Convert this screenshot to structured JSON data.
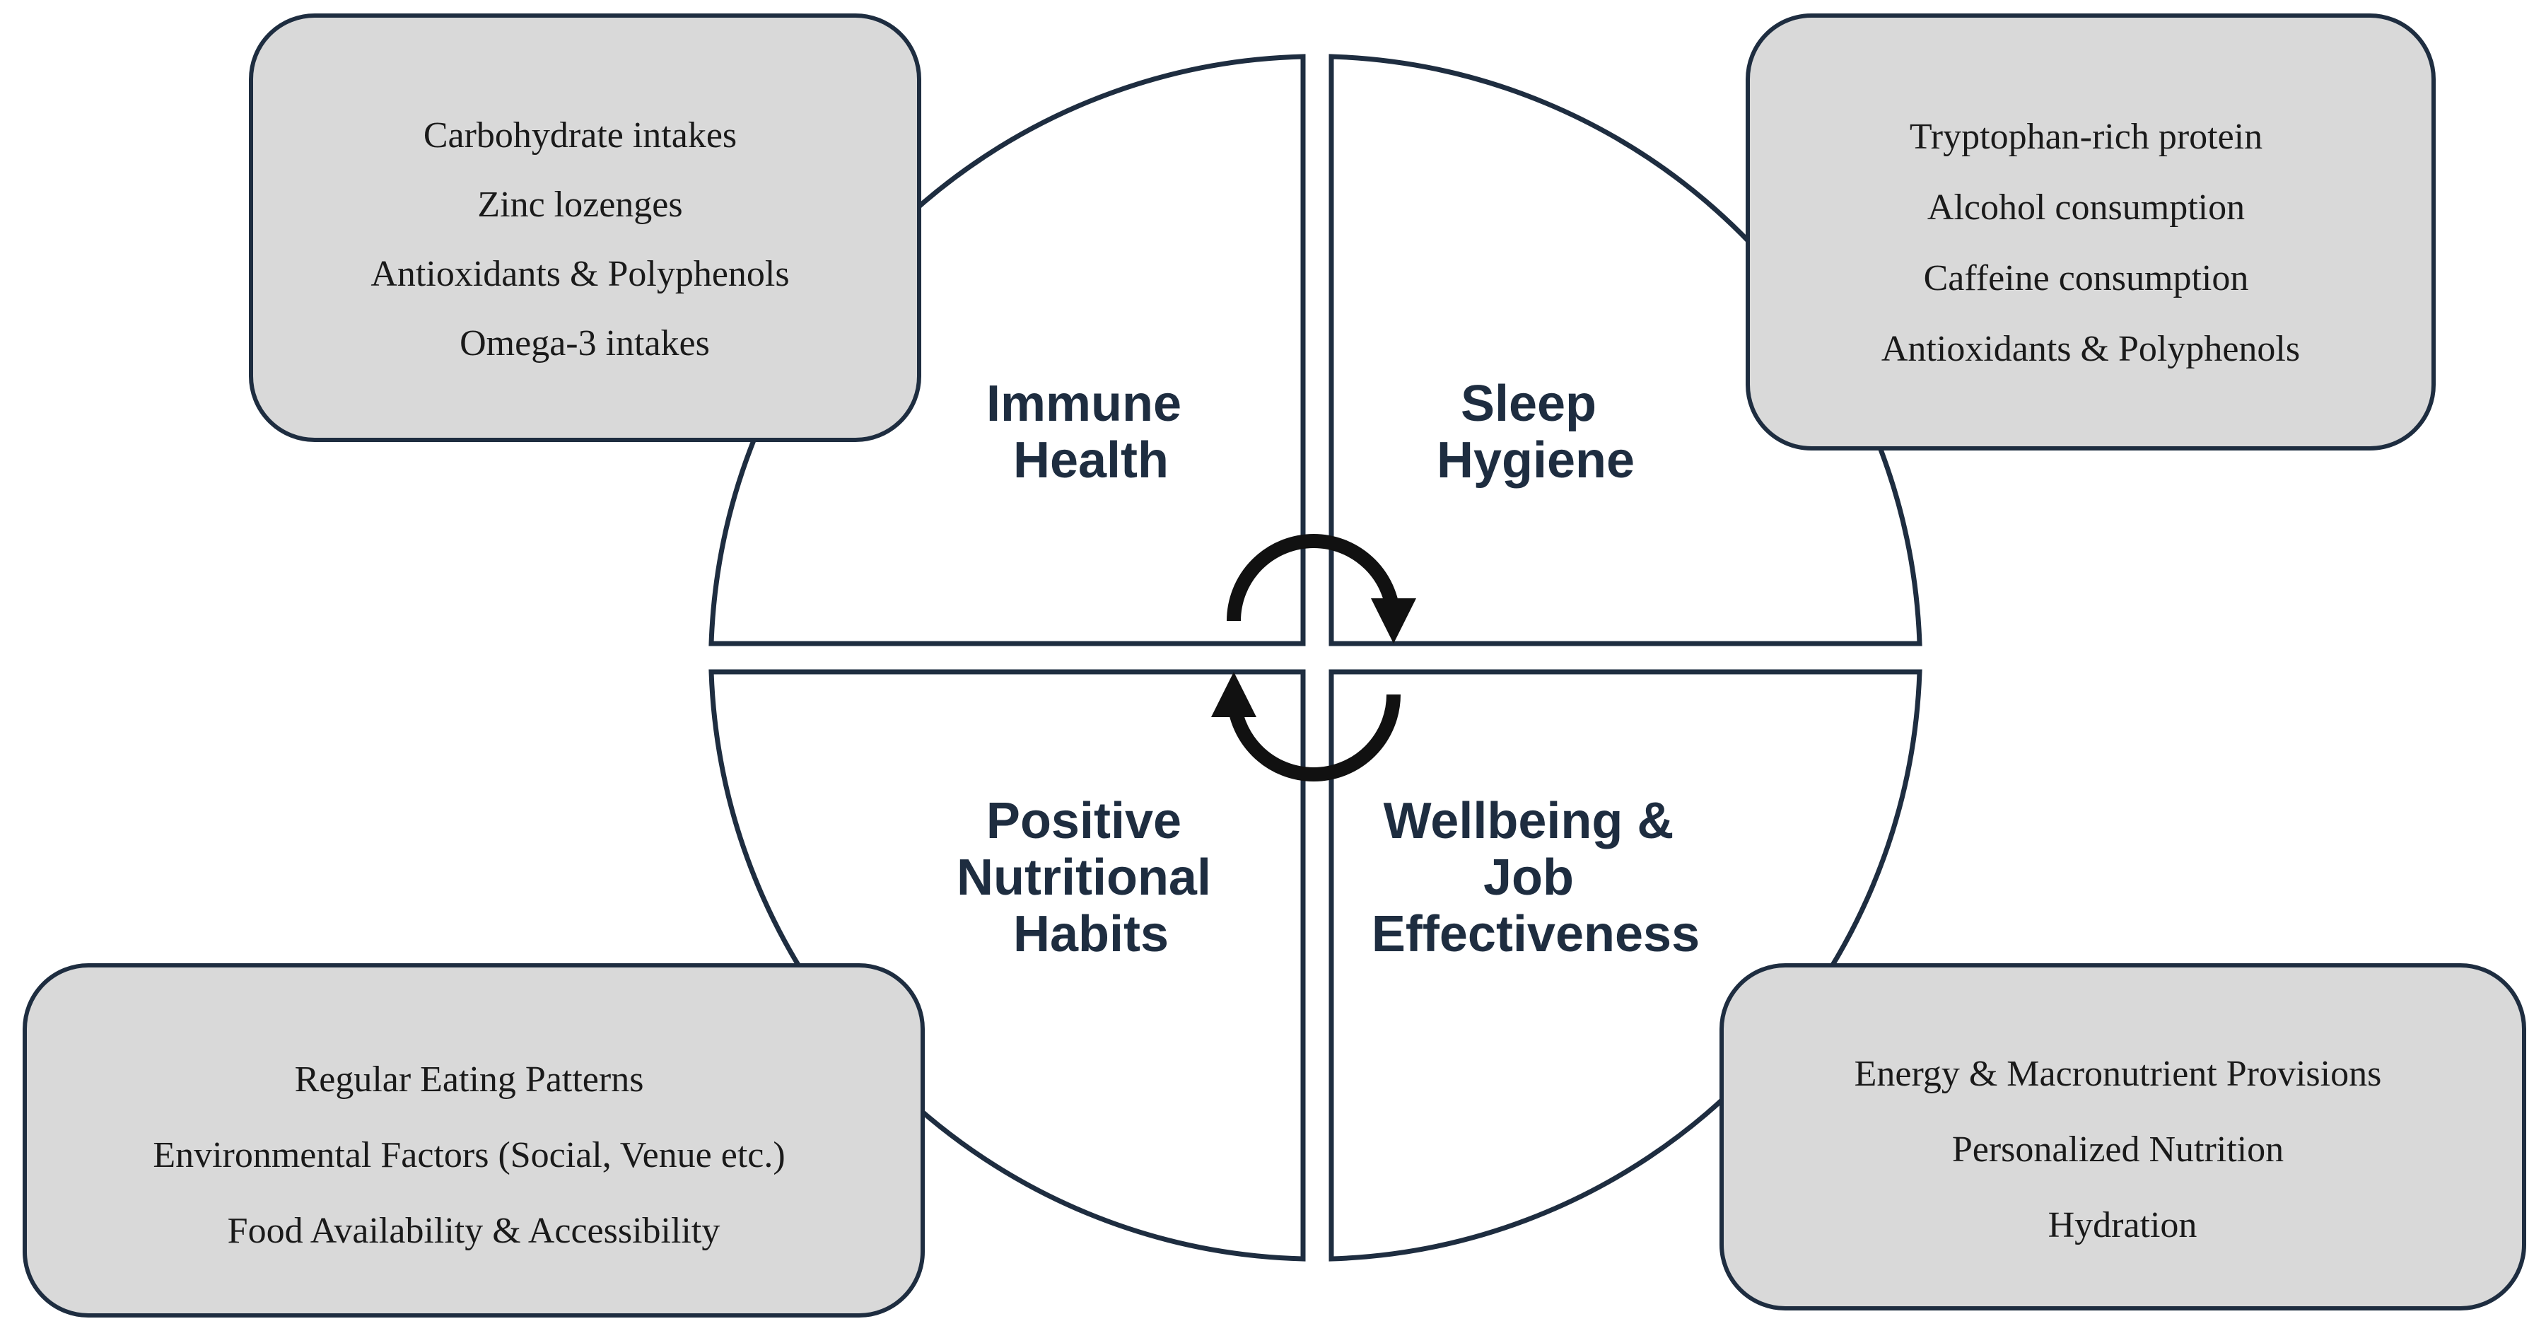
{
  "colors": {
    "outline": "#1e2d40",
    "box_fill": "#d9d9d9",
    "title_text": "#1e2d40",
    "box_text": "#1a1a1a",
    "background": "#ffffff"
  },
  "icons": [
    "cycle-arrow-top",
    "cycle-arrow-bottom"
  ],
  "quadrants": {
    "top_left": {
      "title_lines": [
        "Immune",
        "Health"
      ]
    },
    "top_right": {
      "title_lines": [
        "Sleep",
        "Hygiene"
      ]
    },
    "bottom_left": {
      "title_lines": [
        "Positive",
        "Nutritional",
        "Habits"
      ]
    },
    "bottom_right": {
      "title_lines": [
        "Wellbeing &",
        "Job",
        "Effectiveness"
      ]
    }
  },
  "boxes": {
    "top_left": {
      "items": [
        "Carbohydrate intakes",
        "Zinc lozenges",
        "Antioxidants & Polyphenols",
        "Omega-3 intakes"
      ]
    },
    "top_right": {
      "items": [
        "Tryptophan-rich protein",
        "Alcohol consumption",
        "Caffeine consumption",
        "Antioxidants & Polyphenols"
      ]
    },
    "bottom_left": {
      "items": [
        "Regular Eating Patterns",
        "Environmental Factors (Social, Venue etc.)",
        "Food Availability & Accessibility"
      ]
    },
    "bottom_right": {
      "items": [
        "Energy & Macronutrient Provisions",
        "Personalized Nutrition",
        "Hydration"
      ]
    }
  }
}
